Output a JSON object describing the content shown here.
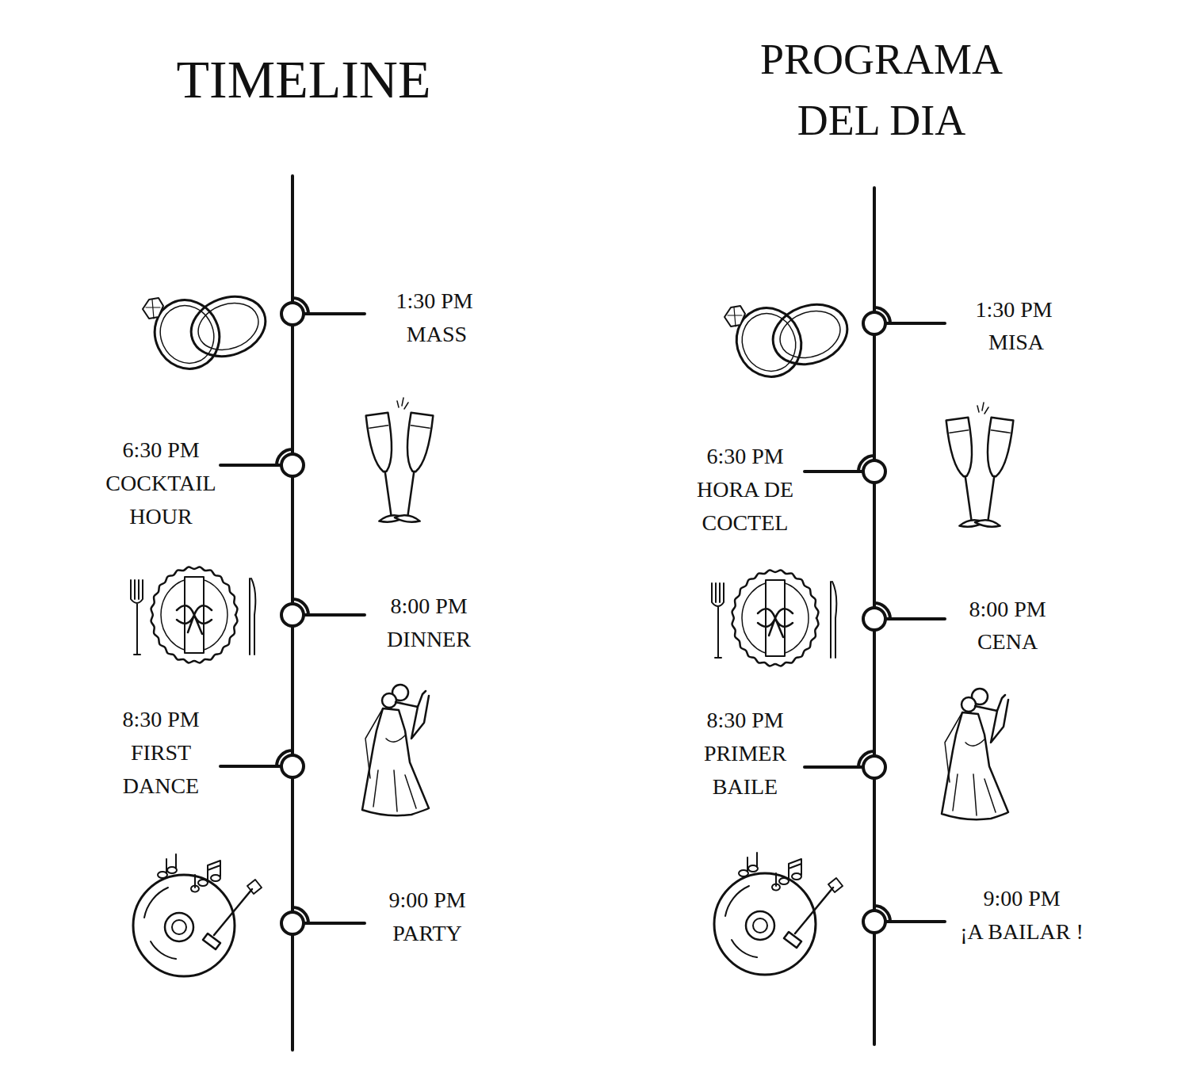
{
  "diagram": {
    "labels": [
      "TIMELINE",
      "1:30 PM",
      "MASS",
      "6:30 PM",
      "COCKTAIL HOUR",
      "8:00 PM",
      "DINNER",
      "8:30 PM",
      "FIRST DANCE",
      "9:00 PM",
      "PARTY",
      "PROGRAMA DEL DIA",
      "1:30 PM",
      "MISA",
      "6:30 PM",
      "HORA DE COCTEL",
      "8:00 PM",
      "CENA",
      "8:30 PM",
      "PRIMER BAILE",
      "9:00 PM",
      "¡A BAILAR !"
    ]
  }
}
